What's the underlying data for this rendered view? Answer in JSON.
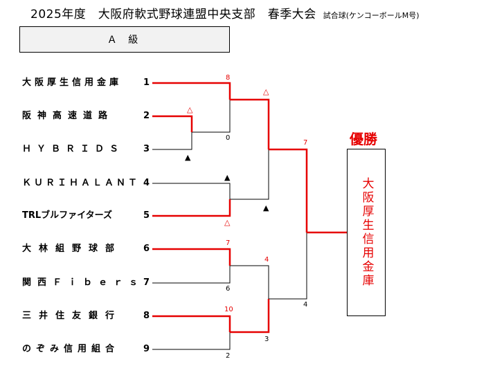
{
  "title": "2025年度　大阪府軟式野球連盟中央支部　春季大会",
  "ball_note": "試合球(ケンコーボールM号)",
  "grade": "Ａ 級",
  "champion_label": "優勝",
  "champion": "大阪厚生信用金庫",
  "colors": {
    "winner_line": "#e60000",
    "loser_line": "#000000",
    "grade_bg": "#f2f2f2"
  },
  "teams": [
    {
      "name": "大阪厚生信用金庫",
      "num": "1"
    },
    {
      "name": "阪神高速道路",
      "num": "2"
    },
    {
      "name": "ＨＹＢＲＩＤＳ",
      "num": "3"
    },
    {
      "name": "ＫＵＲＩＨＡＬＡＮＴ",
      "num": "4"
    },
    {
      "name": "TRLブルファイターズ",
      "num": "5"
    },
    {
      "name": "大林組野球部",
      "num": "6"
    },
    {
      "name": "関西Ｆｉｂｅｒｓ",
      "num": "7"
    },
    {
      "name": "三井住友銀行",
      "num": "8"
    },
    {
      "name": "のぞみ信用組合",
      "num": "9"
    }
  ],
  "matches": {
    "m23": {
      "top": "△",
      "bottom": "▲"
    },
    "m1": {
      "top": "8",
      "bottom": "0"
    },
    "m45": {
      "top": "▲",
      "bottom": "△"
    },
    "m67": {
      "top": "7",
      "bottom": "6"
    },
    "m89": {
      "top": "10",
      "bottom": "2"
    },
    "sf1": {
      "top": "△",
      "bottom": "▲"
    },
    "sf2": {
      "top": "4",
      "bottom": "3"
    },
    "final": {
      "top": "7",
      "bottom": "4"
    }
  }
}
